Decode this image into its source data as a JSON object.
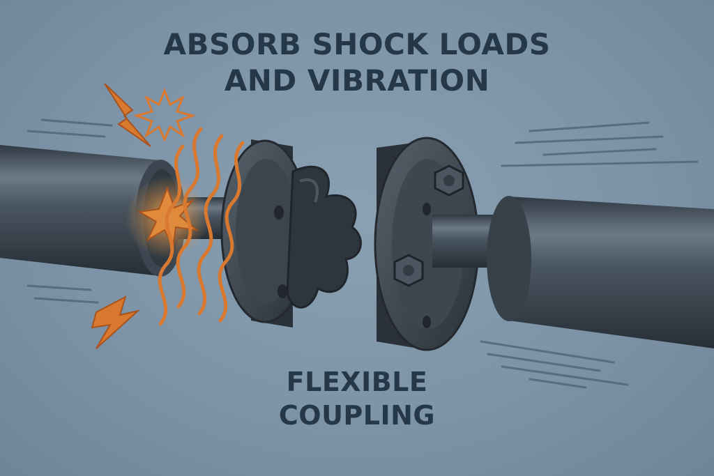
{
  "headline": {
    "line1": "ABSORB SHOCK LOADS",
    "line2": "AND VIBRATION"
  },
  "caption": {
    "line1": "FLEXIBLE",
    "line2": "COUPLING"
  },
  "colors": {
    "background": "#7d93a7",
    "text": "#243847",
    "shaft": "#3f4a54",
    "coupling": "#3a434c",
    "impact": "#d9782f"
  },
  "icons": [
    "lightning-bolt-icon",
    "impact-burst-icon",
    "vibration-wave-icon",
    "hex-bolt-icon"
  ]
}
